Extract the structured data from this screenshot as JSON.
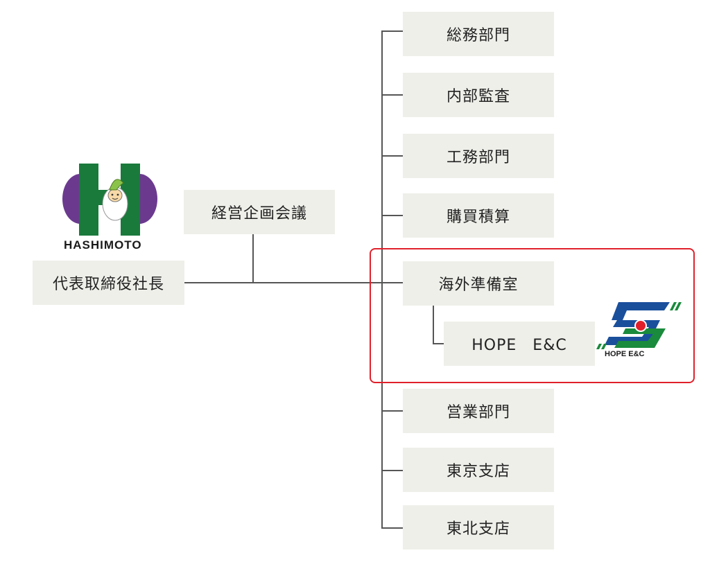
{
  "ceo": {
    "label": "代表取締役社長"
  },
  "planning": {
    "label": "経営企画会議"
  },
  "departments": [
    {
      "label": "総務部門"
    },
    {
      "label": "内部監査"
    },
    {
      "label": "工務部門"
    },
    {
      "label": "購買積算"
    },
    {
      "label": "海外準備室"
    },
    {
      "label": "営業部門"
    },
    {
      "label": "東京支店"
    },
    {
      "label": "東北支店"
    }
  ],
  "sub_unit": {
    "label": "HOPE　E&C"
  },
  "logos": {
    "hashimoto": {
      "text": "HASHIMOTO",
      "green": "#1a7a3c",
      "purple": "#6b3a8f"
    },
    "hope": {
      "text": "HOPE E&C",
      "blue": "#1a4f9c",
      "green": "#1a8a3c",
      "red": "#e0202a"
    }
  },
  "highlight_color": "#e0202a"
}
